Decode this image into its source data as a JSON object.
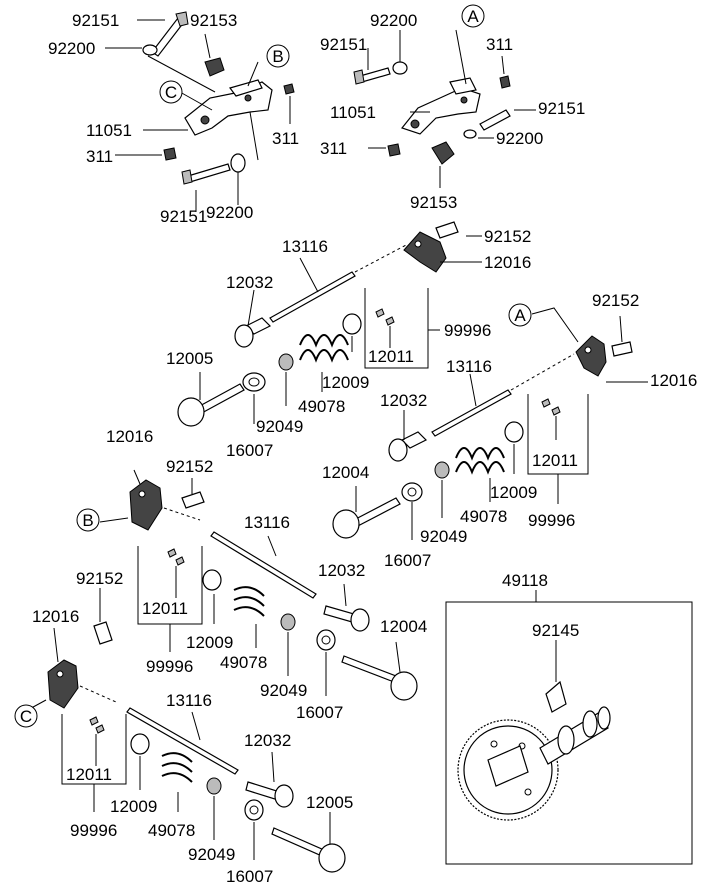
{
  "labels": {
    "l1": "92151",
    "l2": "92153",
    "l3": "92200",
    "l4": "11051",
    "l5": "311",
    "l6": "311",
    "l7": "92151",
    "l8": "92200",
    "r1": "92200",
    "r2": "92151",
    "r3": "311",
    "r4": "92151",
    "r5": "11051",
    "r6": "311",
    "r7": "92200",
    "r8": "92153",
    "a1": "13116",
    "a2": "92152",
    "a3": "12032",
    "a4": "12016",
    "a5": "99996",
    "a6": "12005",
    "a7": "12011",
    "a8": "12009",
    "a9": "49078",
    "a10": "92049",
    "a11": "16007",
    "b1": "92152",
    "b2": "13116",
    "b3": "12016",
    "b4": "12032",
    "b5": "12004",
    "b6": "12011",
    "b7": "12009",
    "b8": "99996",
    "b9": "49078",
    "b10": "92049",
    "b11": "16007",
    "c1": "12016",
    "c2": "92152",
    "c3": "13116",
    "c4": "12032",
    "c5": "12011",
    "c6": "12009",
    "c7": "99996",
    "c8": "49078",
    "c9": "92049",
    "c10": "12004",
    "c11": "16007",
    "d1": "92152",
    "d2": "12016",
    "d3": "13116",
    "d4": "12032",
    "d5": "12011",
    "d6": "12009",
    "d7": "99996",
    "d8": "49078",
    "d9": "92049",
    "d10": "12005",
    "d11": "16007",
    "g1": "49118",
    "g2": "92145"
  },
  "callouts": {
    "A1": "A",
    "A2": "A",
    "B1": "B",
    "B2": "B",
    "C1": "C",
    "C2": "C"
  }
}
